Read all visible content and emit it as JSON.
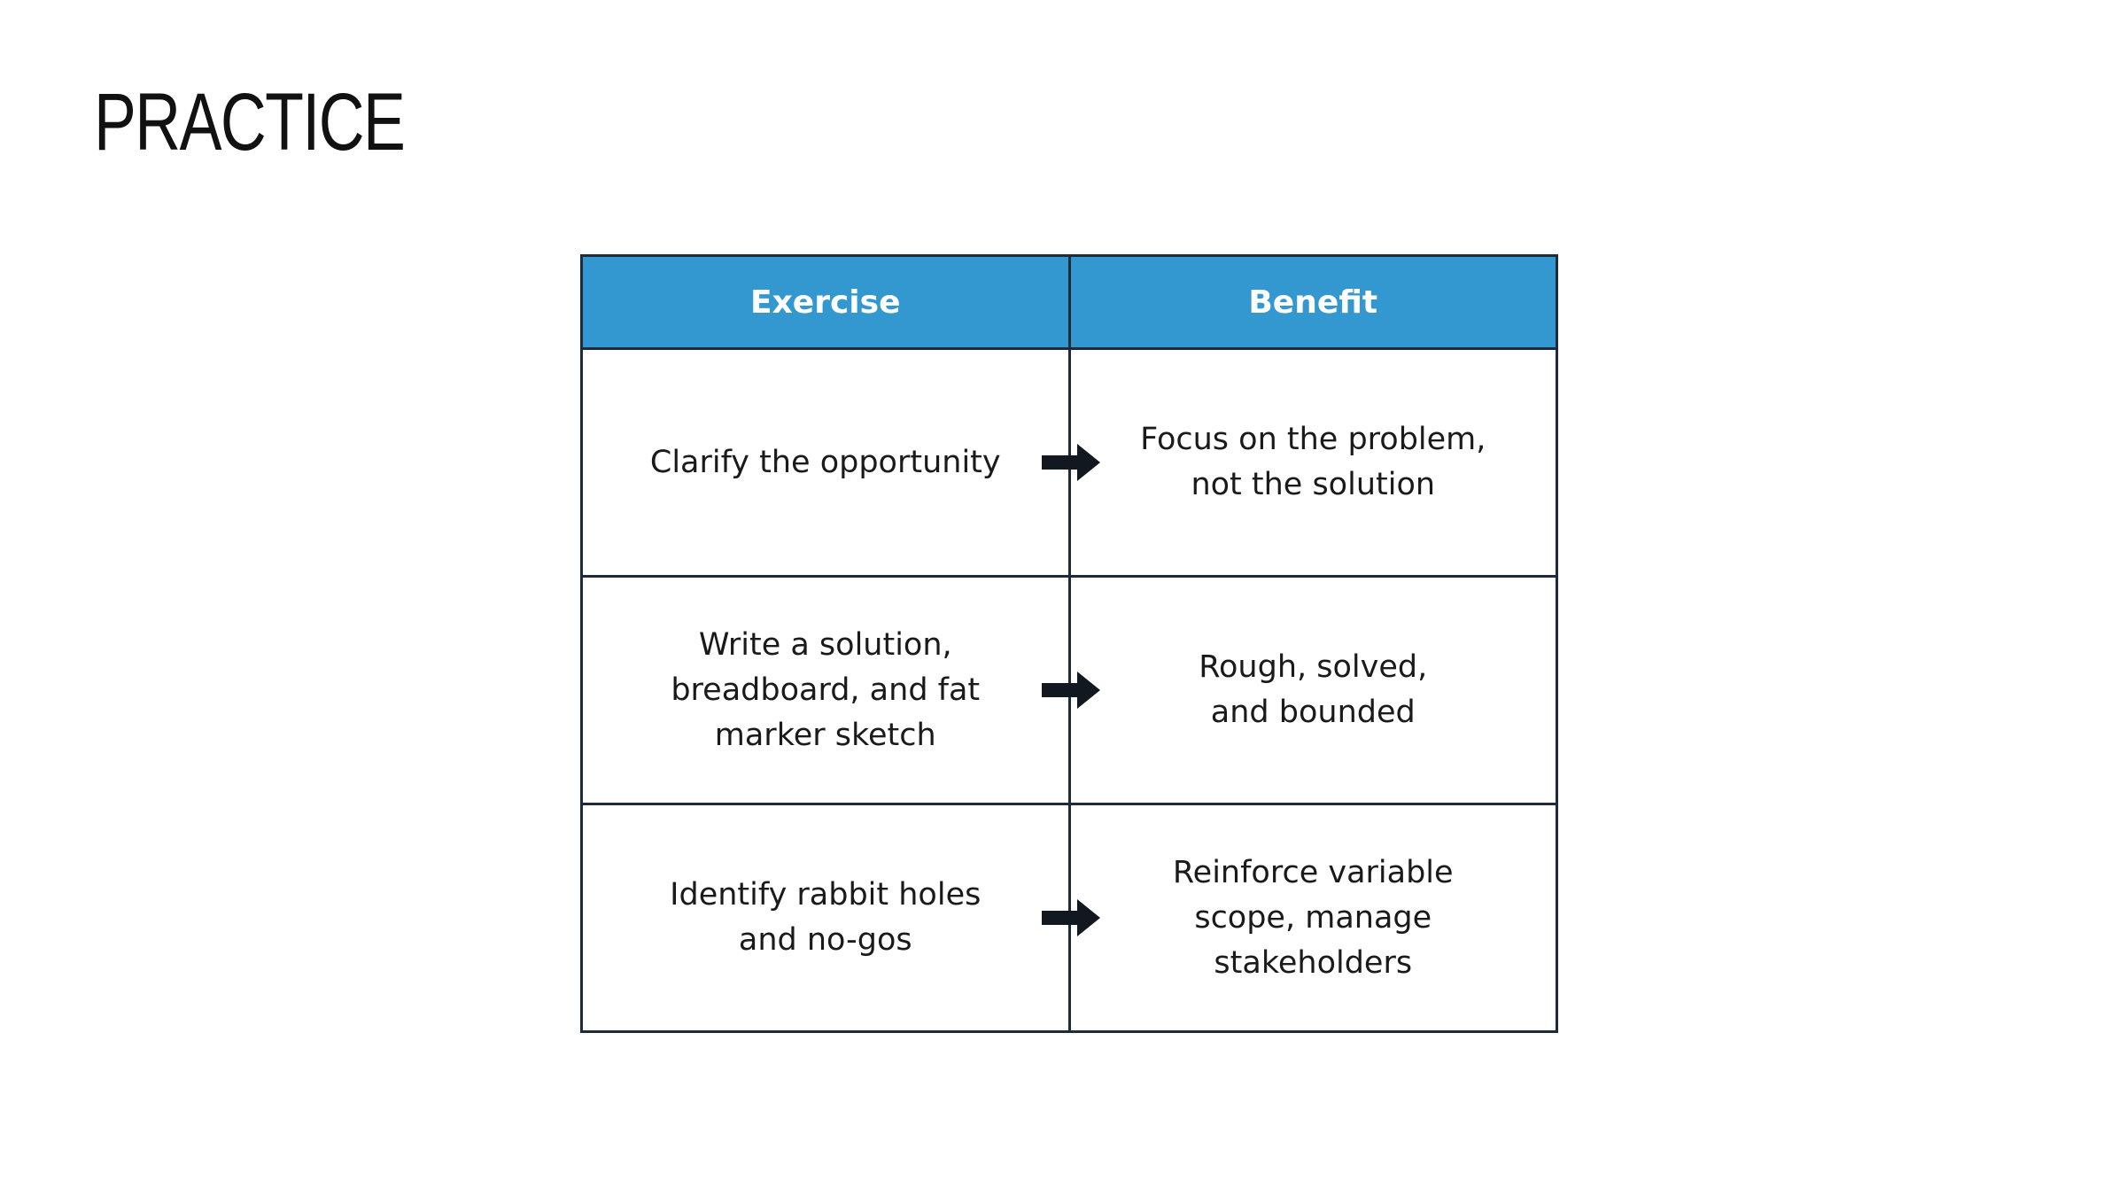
{
  "slide": {
    "title": "PRACTICE"
  },
  "table": {
    "headers": {
      "exercise": "Exercise",
      "benefit": "Benefit"
    },
    "rows": [
      {
        "exercise": "Clarify the opportunity",
        "benefit": "Focus on the problem,\nnot the solution"
      },
      {
        "exercise": "Write a solution,\nbreadboard, and fat\nmarker sketch",
        "benefit": "Rough, solved,\nand bounded"
      },
      {
        "exercise": "Identify rabbit holes\nand no-gos",
        "benefit": "Reinforce variable\nscope, manage\nstakeholders"
      }
    ]
  },
  "colors": {
    "header_background": "#3498d0",
    "header_text": "#ffffff",
    "border": "#1d2b3a",
    "arrow": "#111820"
  },
  "icons": {
    "row_connector": "right-arrow-icon"
  }
}
